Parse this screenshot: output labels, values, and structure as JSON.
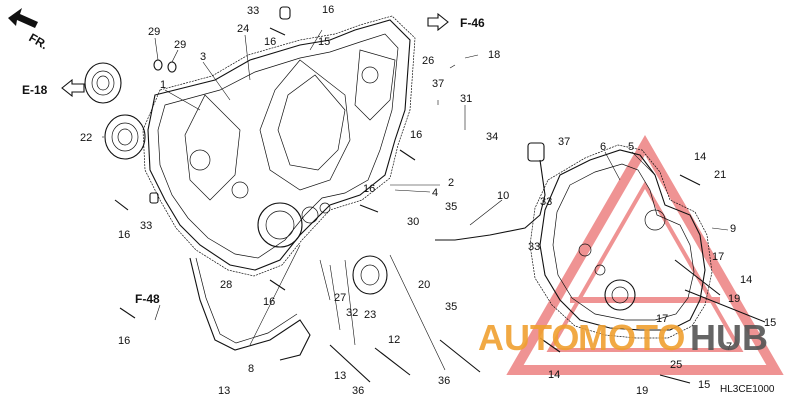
{
  "diagram": {
    "diagram_code": "HL3CE1000",
    "references": {
      "fr": "FR.",
      "e18": "E-18",
      "f46": "F-46",
      "f48": "F-48"
    },
    "callouts": [
      {
        "id": "c29a",
        "label": "29"
      },
      {
        "id": "c29b",
        "label": "29"
      },
      {
        "id": "c3",
        "label": "3"
      },
      {
        "id": "c1",
        "label": "1"
      },
      {
        "id": "c24",
        "label": "24"
      },
      {
        "id": "c33a",
        "label": "33"
      },
      {
        "id": "c16a",
        "label": "16"
      },
      {
        "id": "c16b",
        "label": "16"
      },
      {
        "id": "c15a",
        "label": "15"
      },
      {
        "id": "c26",
        "label": "26"
      },
      {
        "id": "c18",
        "label": "18"
      },
      {
        "id": "c37a",
        "label": "37"
      },
      {
        "id": "c31",
        "label": "31"
      },
      {
        "id": "c34",
        "label": "34"
      },
      {
        "id": "c16c",
        "label": "16"
      },
      {
        "id": "c22",
        "label": "22"
      },
      {
        "id": "c2",
        "label": "2"
      },
      {
        "id": "c4",
        "label": "4"
      },
      {
        "id": "c16d",
        "label": "16"
      },
      {
        "id": "c16e",
        "label": "16"
      },
      {
        "id": "c33b",
        "label": "33"
      },
      {
        "id": "c30",
        "label": "30"
      },
      {
        "id": "c35a",
        "label": "35"
      },
      {
        "id": "c10",
        "label": "10"
      },
      {
        "id": "c37b",
        "label": "37"
      },
      {
        "id": "c6",
        "label": "6"
      },
      {
        "id": "c5",
        "label": "5"
      },
      {
        "id": "c14a",
        "label": "14"
      },
      {
        "id": "c21",
        "label": "21"
      },
      {
        "id": "c33c",
        "label": "33"
      },
      {
        "id": "c9",
        "label": "9"
      },
      {
        "id": "c33d",
        "label": "33"
      },
      {
        "id": "c17a",
        "label": "17"
      },
      {
        "id": "c14b",
        "label": "14"
      },
      {
        "id": "c19a",
        "label": "19"
      },
      {
        "id": "c28",
        "label": "28"
      },
      {
        "id": "c16f",
        "label": "16"
      },
      {
        "id": "c27",
        "label": "27"
      },
      {
        "id": "c32",
        "label": "32"
      },
      {
        "id": "c23",
        "label": "23"
      },
      {
        "id": "c20",
        "label": "20"
      },
      {
        "id": "c35b",
        "label": "35"
      },
      {
        "id": "c16g",
        "label": "16"
      },
      {
        "id": "c17b",
        "label": "17"
      },
      {
        "id": "c15b",
        "label": "15"
      },
      {
        "id": "c12",
        "label": "12"
      },
      {
        "id": "c7",
        "label": "7"
      },
      {
        "id": "c25",
        "label": "25"
      },
      {
        "id": "c8",
        "label": "8"
      },
      {
        "id": "c13a",
        "label": "13"
      },
      {
        "id": "c13b",
        "label": "13"
      },
      {
        "id": "c36a",
        "label": "36"
      },
      {
        "id": "c36b",
        "label": "36"
      },
      {
        "id": "c14c",
        "label": "14"
      },
      {
        "id": "c19b",
        "label": "19"
      },
      {
        "id": "c15c",
        "label": "15"
      }
    ]
  },
  "watermark": {
    "text_part1": "AUTO",
    "text_part2": "MOTO",
    "text_part3": "HUB",
    "part1_color": "#f0a030",
    "part2_color": "#f0a030",
    "part3_color": "#555555",
    "triangle_color": "#e23b3b"
  }
}
